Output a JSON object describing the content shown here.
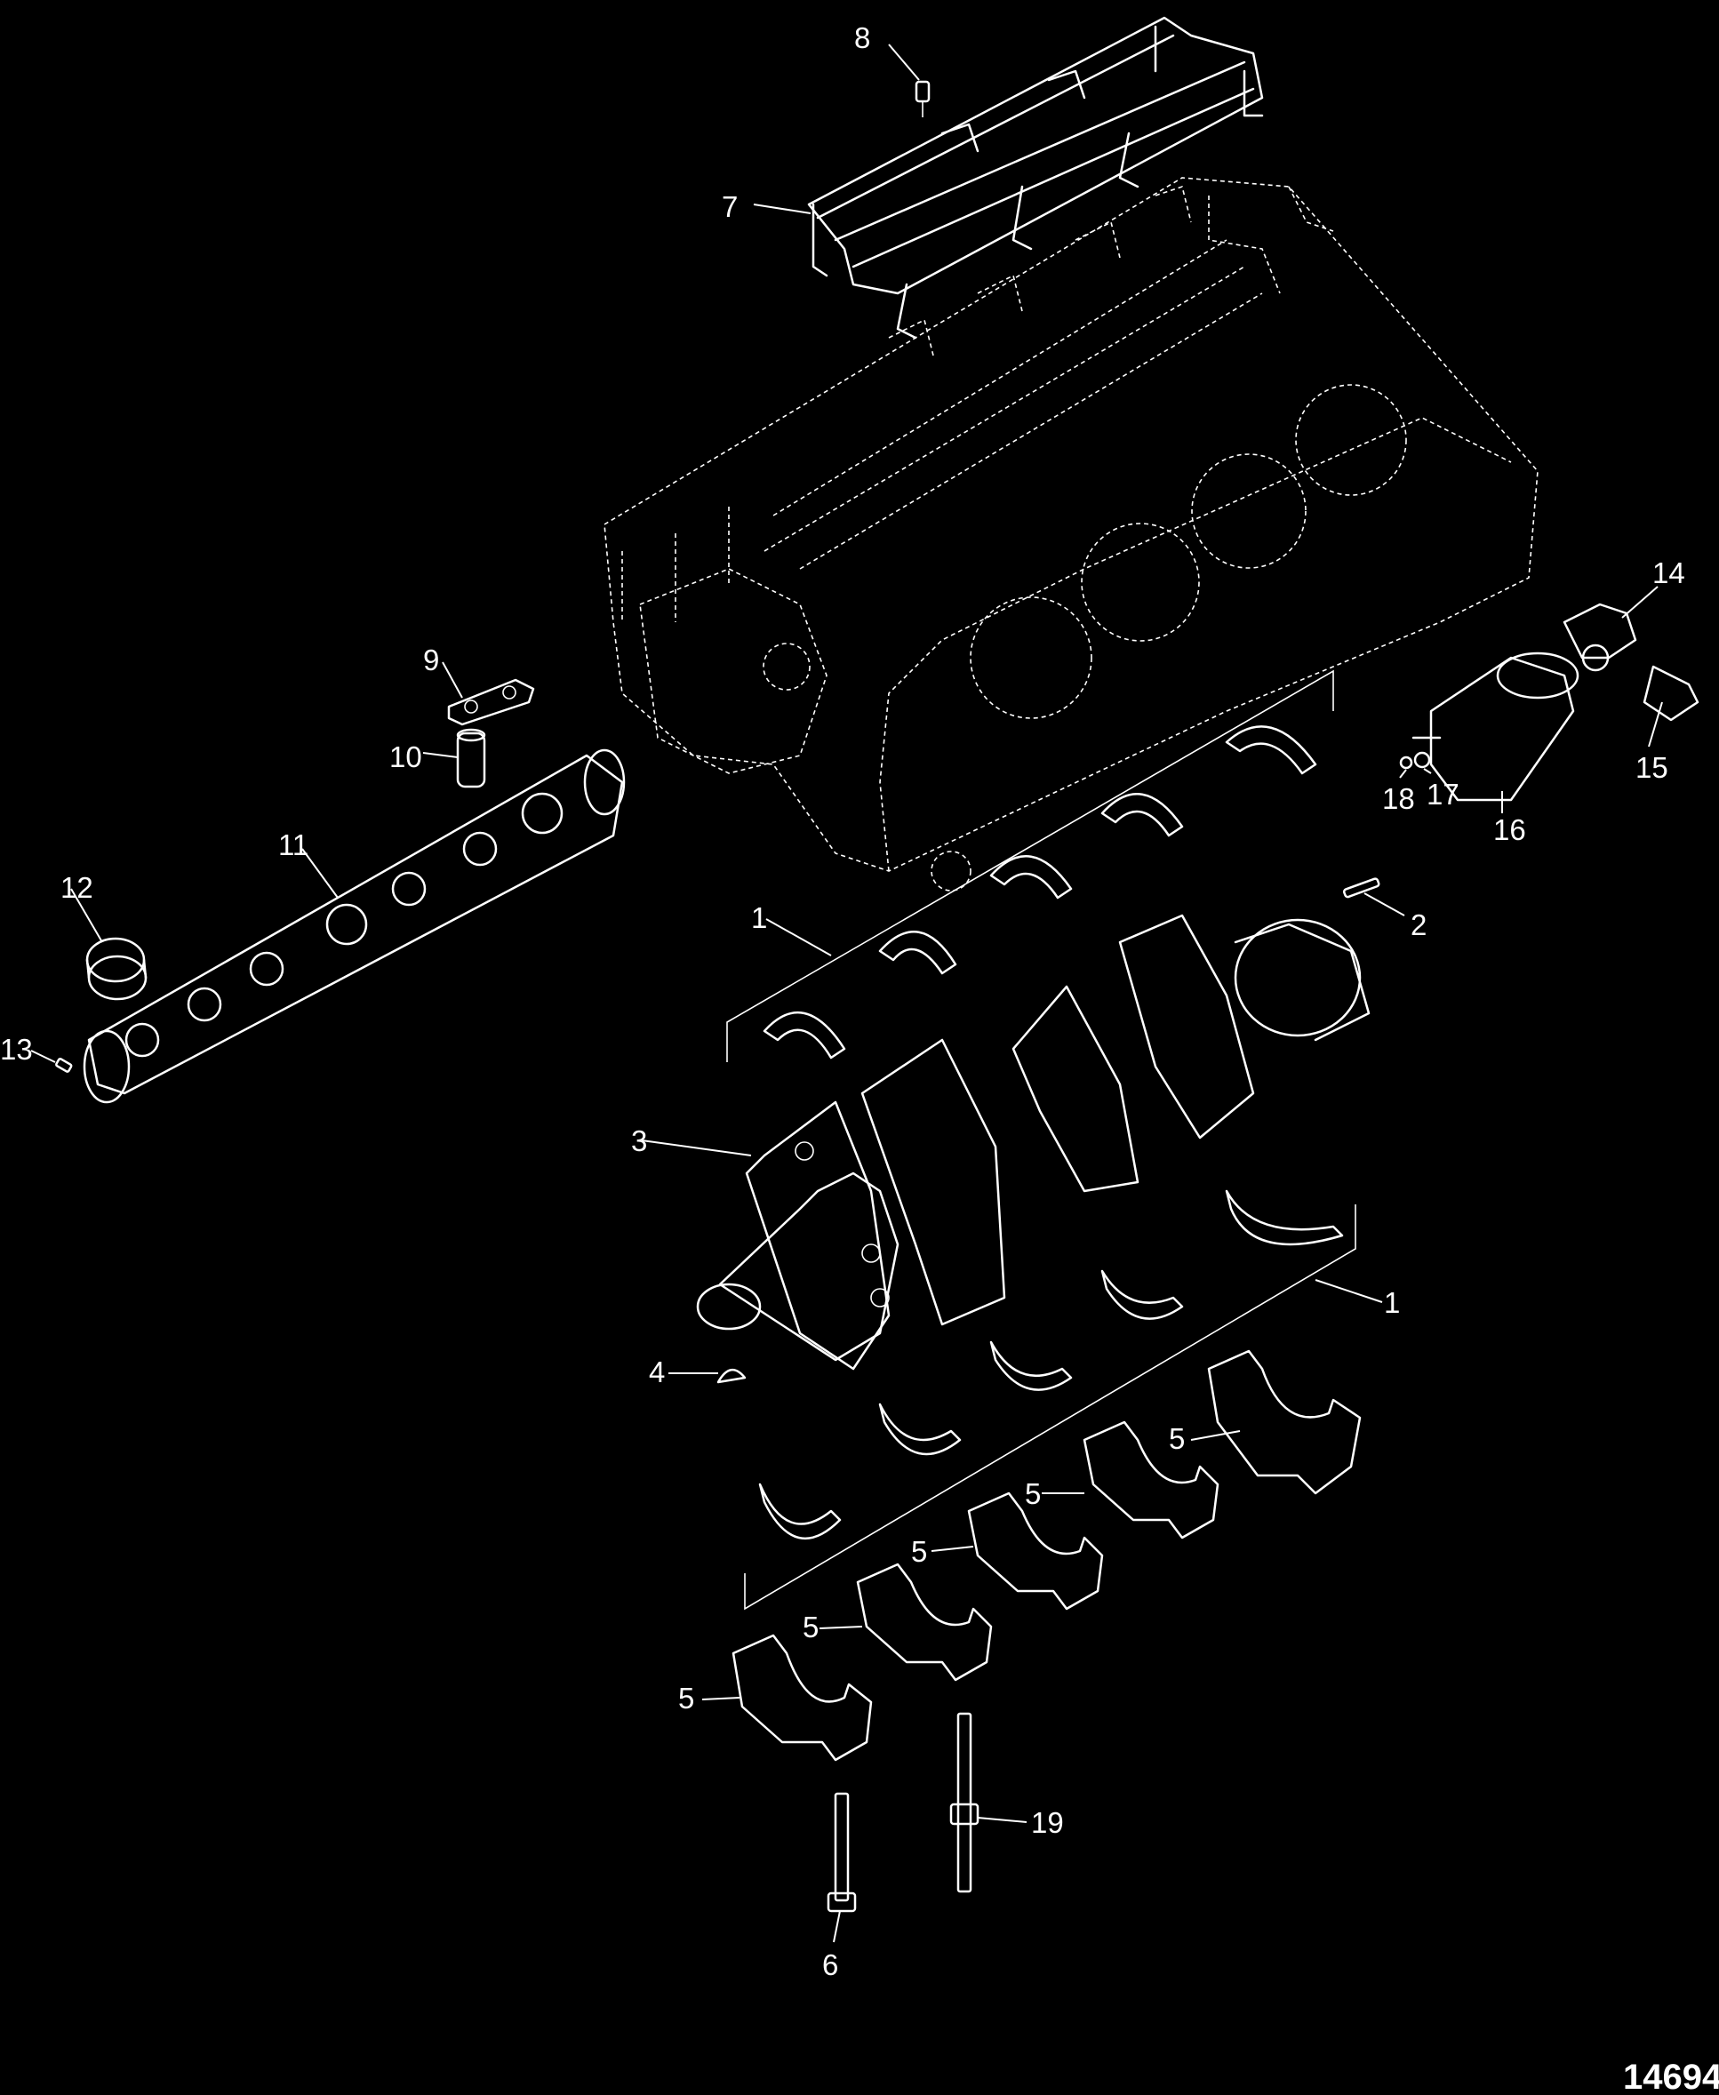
{
  "figure_number": "14694",
  "callouts": [
    {
      "id": "c1a",
      "text": "1"
    },
    {
      "id": "c1b",
      "text": "1"
    },
    {
      "id": "c2",
      "text": "2"
    },
    {
      "id": "c3",
      "text": "3"
    },
    {
      "id": "c4",
      "text": "4"
    },
    {
      "id": "c5a",
      "text": "5"
    },
    {
      "id": "c5b",
      "text": "5"
    },
    {
      "id": "c5c",
      "text": "5"
    },
    {
      "id": "c5d",
      "text": "5"
    },
    {
      "id": "c5e",
      "text": "5"
    },
    {
      "id": "c6",
      "text": "6"
    },
    {
      "id": "c7",
      "text": "7"
    },
    {
      "id": "c8",
      "text": "8"
    },
    {
      "id": "c9",
      "text": "9"
    },
    {
      "id": "c10",
      "text": "10"
    },
    {
      "id": "c11",
      "text": "11"
    },
    {
      "id": "c12",
      "text": "12"
    },
    {
      "id": "c13",
      "text": "13"
    },
    {
      "id": "c14",
      "text": "14"
    },
    {
      "id": "c15",
      "text": "15"
    },
    {
      "id": "c16",
      "text": "16"
    },
    {
      "id": "c17",
      "text": "17"
    },
    {
      "id": "c18",
      "text": "18"
    },
    {
      "id": "c19",
      "text": "19"
    }
  ]
}
